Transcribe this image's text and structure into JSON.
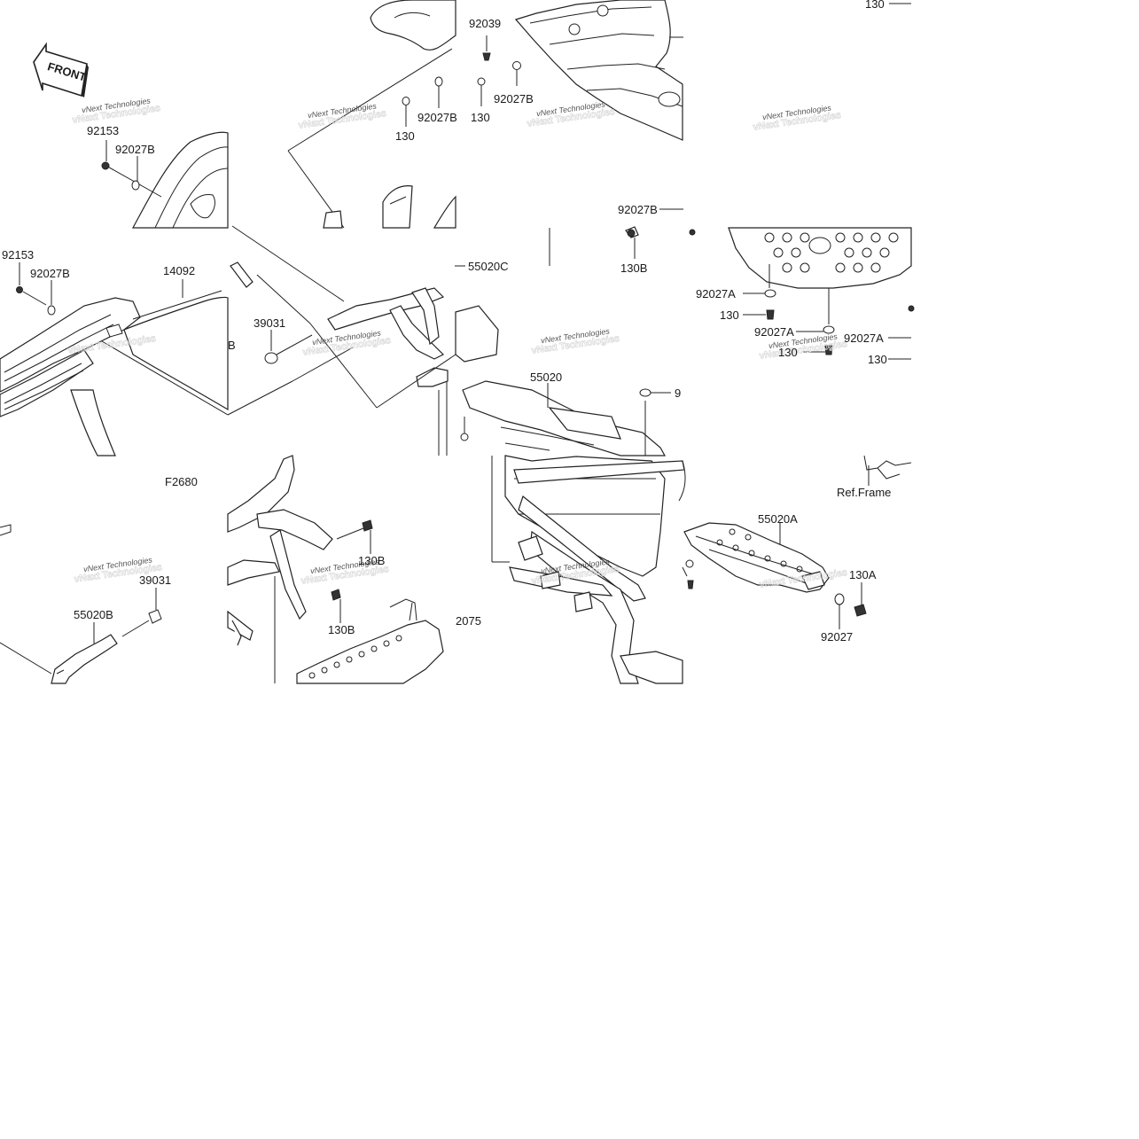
{
  "front_label": "FRONT",
  "watermark": "vNext Technologies",
  "callouts": [
    {
      "id": "c1",
      "text": "130"
    },
    {
      "id": "c2",
      "text": "92039"
    },
    {
      "id": "c3",
      "text": "92027B"
    },
    {
      "id": "c4",
      "text": "130"
    },
    {
      "id": "c5",
      "text": "92027B"
    },
    {
      "id": "c6",
      "text": "130"
    },
    {
      "id": "c7",
      "text": "92153"
    },
    {
      "id": "c8",
      "text": "92027B"
    },
    {
      "id": "c9",
      "text": "92027B"
    },
    {
      "id": "c10",
      "text": "130B"
    },
    {
      "id": "c11",
      "text": "92153"
    },
    {
      "id": "c12",
      "text": "92027B"
    },
    {
      "id": "c13",
      "text": "14092"
    },
    {
      "id": "c14",
      "text": "55020C"
    },
    {
      "id": "c15",
      "text": "39031"
    },
    {
      "id": "c16",
      "text": "B"
    },
    {
      "id": "c17",
      "text": "92027A"
    },
    {
      "id": "c18",
      "text": "130"
    },
    {
      "id": "c19",
      "text": "92027A"
    },
    {
      "id": "c20",
      "text": "130"
    },
    {
      "id": "c21",
      "text": "92027A"
    },
    {
      "id": "c22",
      "text": "130"
    },
    {
      "id": "c23",
      "text": "55020"
    },
    {
      "id": "c24",
      "text": "9"
    },
    {
      "id": "c25",
      "text": "F2680"
    },
    {
      "id": "c26",
      "text": "Ref.Frame"
    },
    {
      "id": "c27",
      "text": "55020A"
    },
    {
      "id": "c28",
      "text": "130A"
    },
    {
      "id": "c29",
      "text": "92027"
    },
    {
      "id": "c30",
      "text": "39031"
    },
    {
      "id": "c31",
      "text": "55020B"
    },
    {
      "id": "c32",
      "text": "130B"
    },
    {
      "id": "c33",
      "text": "130B"
    },
    {
      "id": "c34",
      "text": "2075"
    }
  ]
}
